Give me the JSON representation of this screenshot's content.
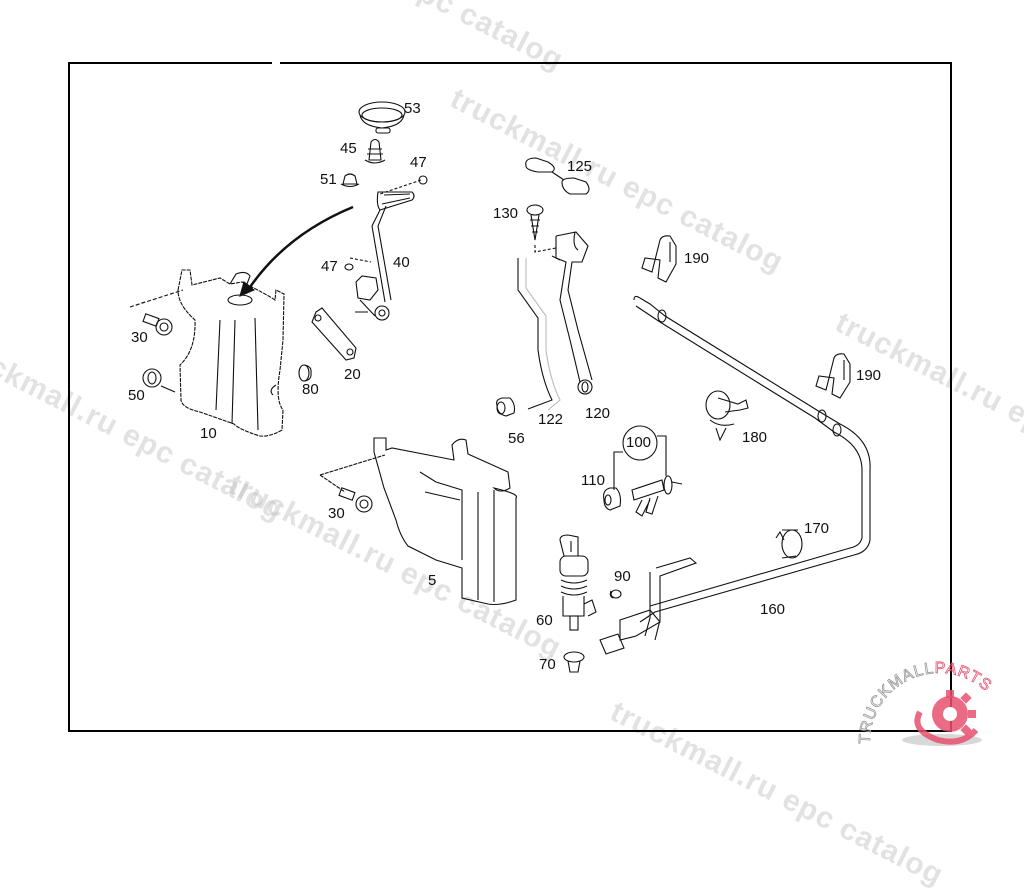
{
  "diagram": {
    "title": "Windshield washer system parts diagram",
    "callouts": [
      {
        "id": "53",
        "label": "53"
      },
      {
        "id": "45",
        "label": "45"
      },
      {
        "id": "51",
        "label": "51"
      },
      {
        "id": "47a",
        "label": "47"
      },
      {
        "id": "47b",
        "label": "47"
      },
      {
        "id": "40",
        "label": "40"
      },
      {
        "id": "30a",
        "label": "30"
      },
      {
        "id": "50",
        "label": "50"
      },
      {
        "id": "10",
        "label": "10"
      },
      {
        "id": "80",
        "label": "80"
      },
      {
        "id": "20",
        "label": "20"
      },
      {
        "id": "125",
        "label": "125"
      },
      {
        "id": "130",
        "label": "130"
      },
      {
        "id": "190a",
        "label": "190"
      },
      {
        "id": "190b",
        "label": "190"
      },
      {
        "id": "56",
        "label": "56"
      },
      {
        "id": "122",
        "label": "122"
      },
      {
        "id": "120",
        "label": "120"
      },
      {
        "id": "180",
        "label": "180"
      },
      {
        "id": "100",
        "label": "100"
      },
      {
        "id": "110",
        "label": "110"
      },
      {
        "id": "30b",
        "label": "30"
      },
      {
        "id": "5",
        "label": "5"
      },
      {
        "id": "170",
        "label": "170"
      },
      {
        "id": "90",
        "label": "90"
      },
      {
        "id": "60",
        "label": "60"
      },
      {
        "id": "160",
        "label": "160"
      },
      {
        "id": "70",
        "label": "70"
      }
    ]
  },
  "watermarks": [
    "truckmall.ru epc catalog",
    "truckmall.ru epc catalog",
    "truckmall.ru epc catalog",
    "truckmall.ru epc catalog",
    "truckmall.ru epc catalog",
    "truckmall.ru epc catalog"
  ],
  "logo": {
    "text_primary": "TRUCKMALL",
    "text_accent": "PARTS",
    "accent_color": "#e8506e"
  }
}
